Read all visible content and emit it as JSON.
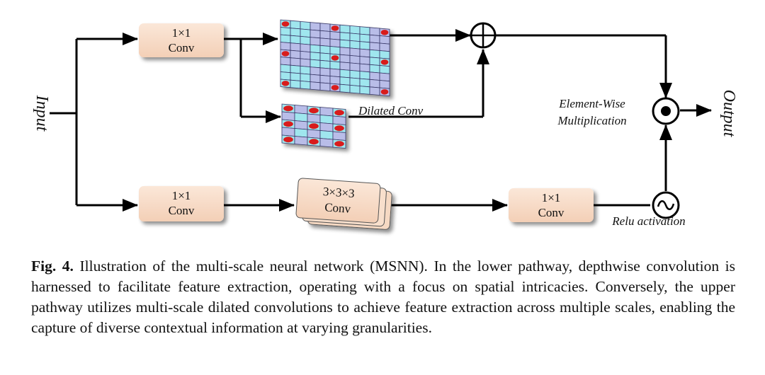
{
  "diagram": {
    "input_label": "Input",
    "output_label": "Output",
    "upper_conv": {
      "line1": "1×1",
      "line2": "Conv"
    },
    "lower_conv1": {
      "line1": "1×1",
      "line2": "Conv"
    },
    "depthwise_conv": {
      "line1": "3×3×3",
      "line2": "Conv"
    },
    "lower_conv2": {
      "line1": "1×1",
      "line2": "Conv"
    },
    "dilated_conv_label": "Dilated Conv",
    "elementwise_label_line1": "Element-Wise",
    "elementwise_label_line2": "Multiplication",
    "relu_label": "Relu activation",
    "colors": {
      "box_fill": "#f7dcc8",
      "grid_cyan": "#9fe6ee",
      "grid_lavender": "#b9bde8",
      "dot_red": "#d81e1e",
      "line": "#000000"
    }
  },
  "caption": {
    "label": "Fig. 4.",
    "text": " Illustration of the multi-scale neural network (MSNN). In the lower pathway, depthwise convolution is harnessed to facilitate feature extraction, operating with a focus on spatial intricacies. Conversely, the upper pathway utilizes multi-scale dilated convolutions to achieve feature extraction across multiple scales, enabling the capture of diverse contextual information at varying granularities."
  }
}
